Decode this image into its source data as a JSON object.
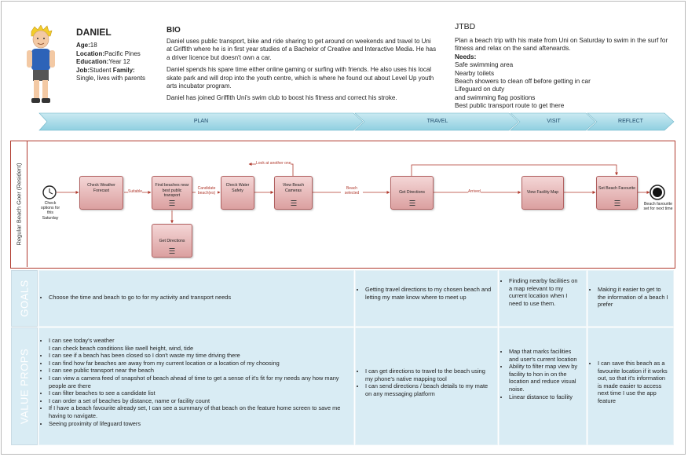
{
  "persona": {
    "name": "DANIEL",
    "age_label": "Age:",
    "age": "18",
    "location_label": "Location:",
    "location": "Pacific Pines",
    "education_label": "Education:",
    "education": "Year 12",
    "job_label": "Job:",
    "job": "Student",
    "family_label": "Family:",
    "family": "Single, lives with parents"
  },
  "bio": {
    "heading": "BIO",
    "p1": "Daniel uses public transport, bike and ride sharing to get around on weekends and travel to Uni at Griffith where he is in first year studies of a Bachelor of Creative and Interactive Media. He has a driver licence but doesn't own a car.",
    "p2": "Daniel spends his spare time either online gaming or surfing with friends. He also uses his local skate park and will drop into the youth centre, which is where he found out about Level Up youth arts incubator program.",
    "p3": "Daniel has joined Griffith Uni's swim club to boost his fitness and correct his stroke."
  },
  "jtbd": {
    "heading": "JTBD",
    "intro": "Plan a beach trip with his mate from Uni on Saturday to swim in the surf for fitness and relax on the sand afterwards.",
    "needs_heading": "Needs:",
    "needs": [
      "Safe swimming area",
      "Nearby toilets",
      "Beach showers to clean off before getting in car",
      "Lifeguard on duty",
      "and swimming flag positions",
      "Best public transport route to get there"
    ]
  },
  "stages": [
    "PLAN",
    "TRAVEL",
    "VISIT",
    "REFLECT"
  ],
  "journey": {
    "lane_title": "Regular Beach Goer (Resident)",
    "start_label": "Check options for this Saturday",
    "end_label": "Beach favourite set for next time",
    "boxes": {
      "weather": "Check Weather Forecast",
      "find": "Find beaches near best public transport",
      "directions_plan": "Get Directions",
      "water": "Check Water Safety",
      "cameras": "View Beach Cameras",
      "directions_travel": "Get Directions",
      "facility": "View Facility Map",
      "favourite": "Set Beach Favourite"
    },
    "edges": {
      "suitable": "Suitable",
      "candidate": "Candidate beach(es)",
      "another": "Look at another one",
      "selected": "Beach selected",
      "arrived": "Arrived"
    }
  },
  "goals": {
    "label": "GOALS",
    "plan": [
      "Choose the time and beach to go to for my activity and transport needs"
    ],
    "travel": [
      "Getting travel directions to my chosen beach and letting my mate know where to meet up"
    ],
    "visit": [
      "Finding nearby facilities on a map relevant to my current location when I need to use them."
    ],
    "reflect": [
      "Making it easier to get to the information of a beach I prefer"
    ]
  },
  "value_props": {
    "label": "VALUE PROPS",
    "plan": [
      {
        "t": "I can see today's weather",
        "sub": "I can check beach conditions like swell height, wind, tide"
      },
      {
        "t": "I can see if a beach has been closed so I don't waste my time driving there"
      },
      {
        "t": "I can find how far beaches are away from my current location or a location of my choosing"
      },
      {
        "t": "I can see public transport near the beach"
      },
      {
        "t": "I can view a camera feed of snapshot of beach ahead of time to get a sense of it's fit for my needs any how many people are there"
      },
      {
        "t": "I can filter beaches to see a candidate list"
      },
      {
        "t": "I can order a set of beaches by distance, name or facility count"
      },
      {
        "t": "If I have a beach favourite already set, I can see a summary of that beach on the feature home screen to save me having to navigate."
      },
      {
        "t": "Seeing proximity of lifeguard towers"
      }
    ],
    "travel": [
      "I can get directions to travel to the beach using my phone's native mapping tool",
      "I can send directions / beach details to my mate on any messaging platform"
    ],
    "visit": [
      "Map that marks facilities and user's current location",
      "Ability to filter map view by facility to hon in on the location and reduce visual noise.",
      "Linear distance to facility"
    ],
    "reflect": [
      "I can save this beach as a favourite location if it works out,  so that it's information is made easier to access next time I use the app feature"
    ]
  },
  "colors": {
    "stage_fill": "#a9dbe8",
    "lane_border": "#b03a2e",
    "row_fill": "#d9ecf4",
    "box_fill": "#e3b5b5"
  }
}
